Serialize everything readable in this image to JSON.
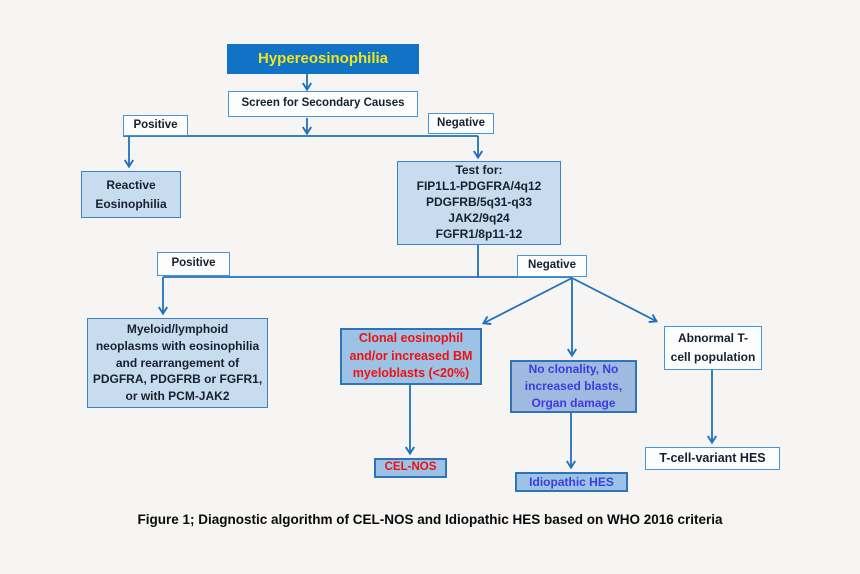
{
  "colors": {
    "background": "#F6F5F3",
    "header_fill": "#1173C5",
    "header_text": "#F2E41C",
    "light_fill": "#C8DCF0",
    "light_border": "#3E82C6",
    "mid_fill": "#9CC3E6",
    "mid_border": "#2E74B6",
    "violet_fill": "#9FB9DF",
    "white_fill": "#FDFDFD",
    "white_border": "#4496D6",
    "arrow": "#2070BC",
    "red_text": "#EE1111",
    "violet_text": "#3C3CE0",
    "dark_text": "#16202E"
  },
  "nodes": {
    "hypereosinophilia": "Hypereosinophilia",
    "screen": "Screen for Secondary Causes",
    "positive_1": "Positive",
    "negative_1": "Negative",
    "reactive": "Reactive\nEosinophilia",
    "test_for": "Test for:\nFIP1L1-PDGFRA/4q12\nPDGFRB/5q31-q33\nJAK2/9q24\nFGFR1/8p11-12",
    "positive_2": "Positive",
    "negative_2": "Negative",
    "myeloid": "Myeloid/lymphoid\nneoplasms with eosinophilia\nand rearrangement of\nPDGFRA, PDGFRB or FGFR1,\nor with PCM-JAK2",
    "clonal": "Clonal eosinophil\nand/or increased BM\nmyeloblasts (<20%)",
    "no_clonality": "No clonality, No\nincreased blasts,\nOrgan damage",
    "abnormal_t": "Abnormal T-\ncell population",
    "cel_nos": "CEL-NOS",
    "idiopathic_hes": "Idiopathic HES",
    "t_cell_variant": "T-cell-variant HES"
  },
  "caption": "Figure 1; Diagnostic algorithm of CEL-NOS and Idiopathic HES based on WHO 2016 criteria"
}
